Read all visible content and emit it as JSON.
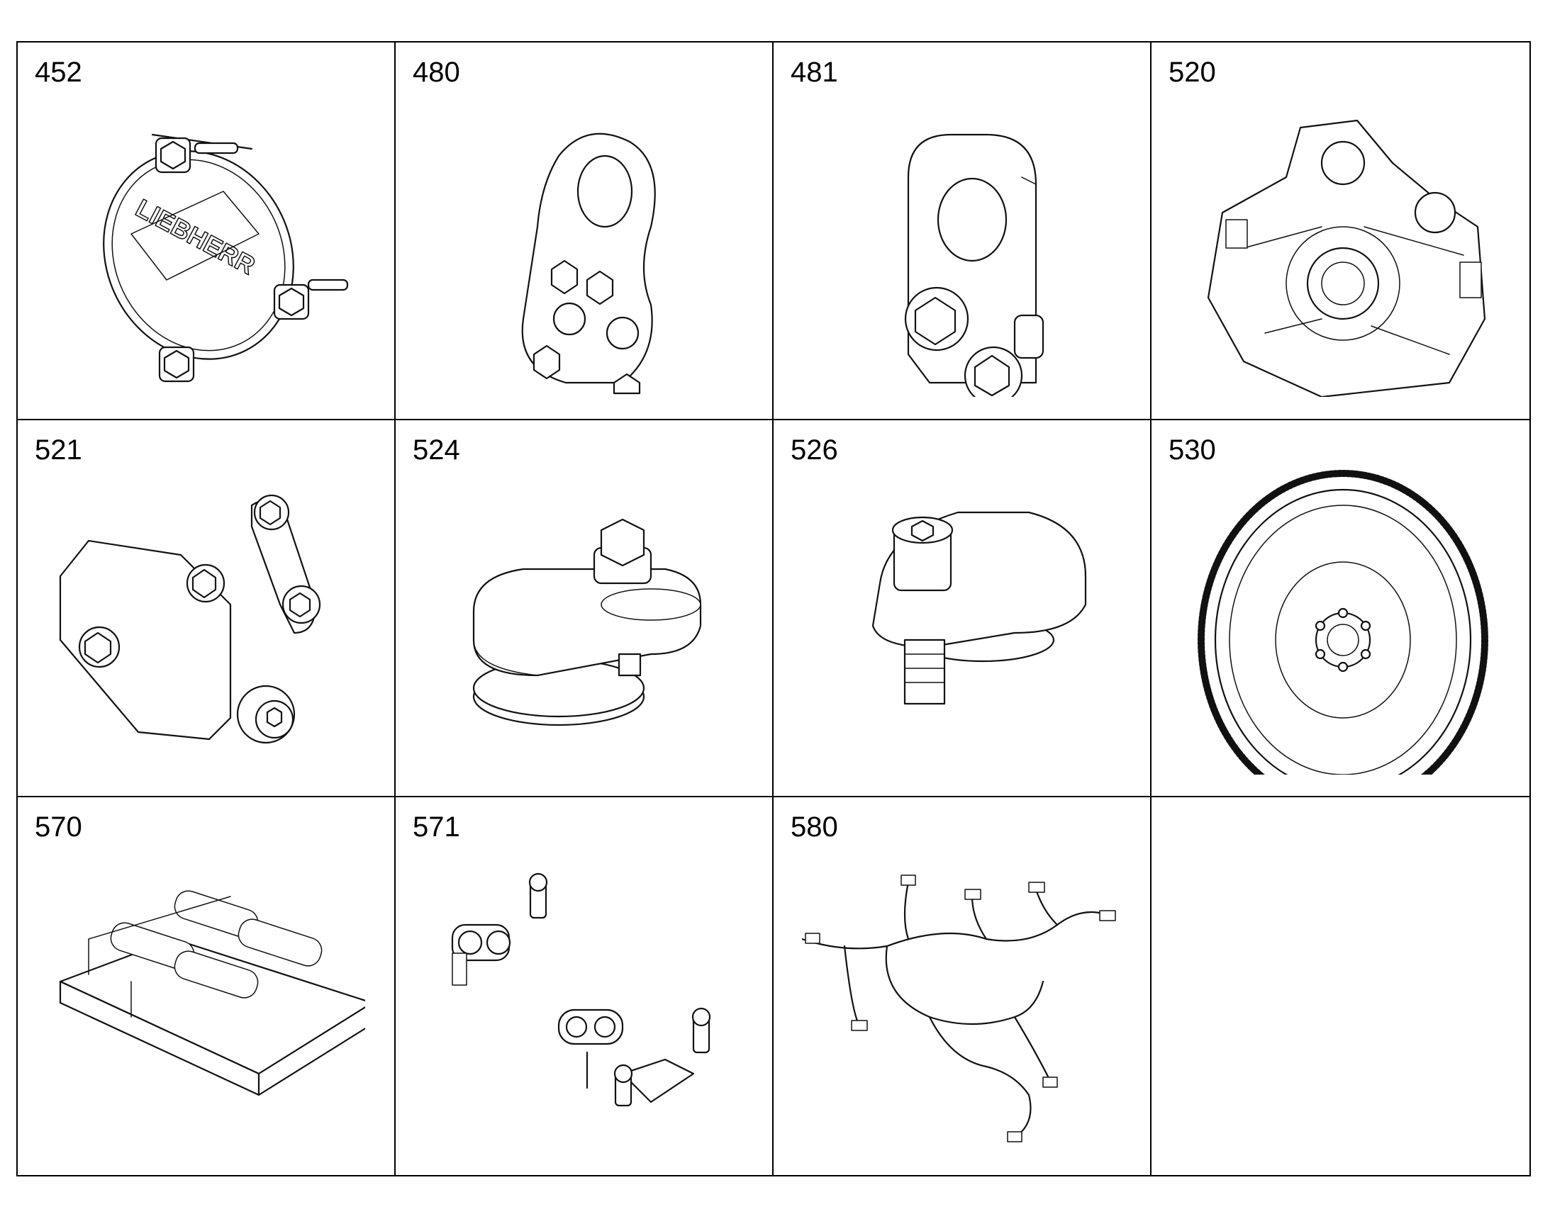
{
  "cells": [
    {
      "number": "452",
      "icon": "liebherr-cover-plate-icon",
      "logo_text": "LIEBHERR"
    },
    {
      "number": "480",
      "icon": "lifting-bracket-icon"
    },
    {
      "number": "481",
      "icon": "lifting-eye-bracket-icon"
    },
    {
      "number": "520",
      "icon": "flywheel-housing-icon"
    },
    {
      "number": "521",
      "icon": "cover-plate-bolts-icon"
    },
    {
      "number": "524",
      "icon": "cam-cover-hex-bolt-icon"
    },
    {
      "number": "526",
      "icon": "cam-cover-socket-bolt-icon"
    },
    {
      "number": "530",
      "icon": "flywheel-ring-gear-icon"
    },
    {
      "number": "570",
      "icon": "control-unit-icon"
    },
    {
      "number": "571",
      "icon": "clamps-bolts-icon"
    },
    {
      "number": "580",
      "icon": "wiring-harness-icon"
    },
    {
      "number": "",
      "icon": ""
    }
  ]
}
